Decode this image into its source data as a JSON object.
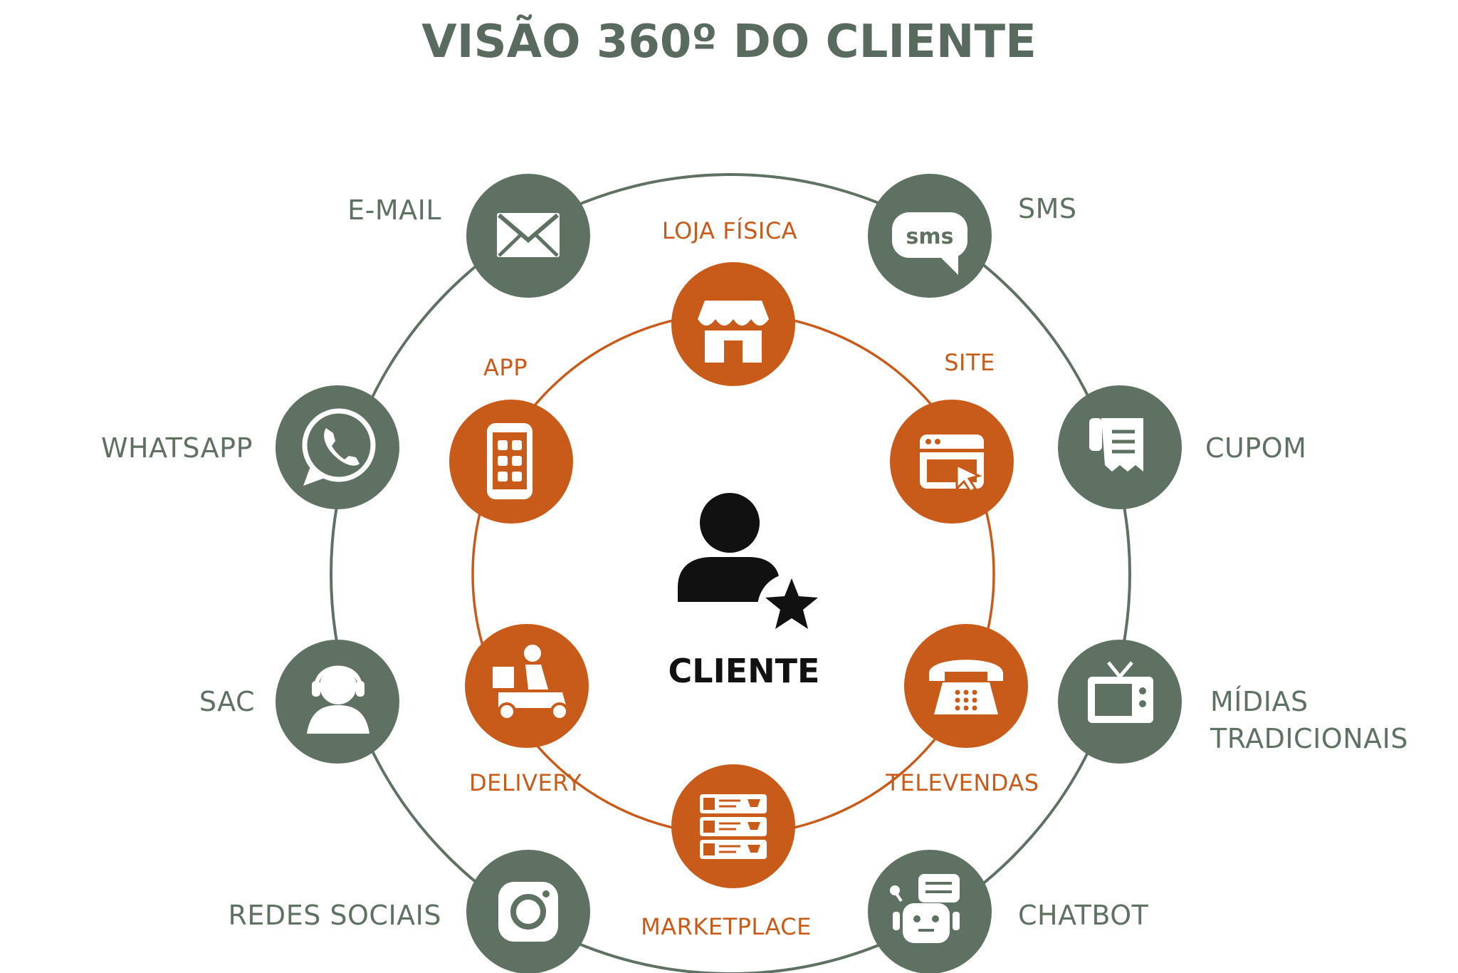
{
  "title": "VISÃO 360º DO CLIENTE",
  "colors": {
    "title": "#596b5f",
    "outer": "#5f7163",
    "inner": "#c85b1a",
    "center": "#111111",
    "white": "#ffffff"
  },
  "center": {
    "label": "CLIENTE",
    "icon": "user-star-icon"
  },
  "outer_channels": [
    {
      "label": "E-MAIL",
      "icon": "envelope-icon"
    },
    {
      "label": "SMS",
      "icon": "sms-bubble-icon"
    },
    {
      "label": "WHATSAPP",
      "icon": "whatsapp-icon"
    },
    {
      "label": "CUPOM",
      "icon": "receipt-icon"
    },
    {
      "label": "SAC",
      "icon": "headset-agent-icon"
    },
    {
      "label": "MÍDIAS",
      "label2": "TRADICIONAIS",
      "icon": "tv-icon"
    },
    {
      "label": "REDES SOCIAIS",
      "icon": "instagram-icon"
    },
    {
      "label": "CHATBOT",
      "icon": "chatbot-icon"
    }
  ],
  "inner_channels": [
    {
      "label": "LOJA FÍSICA",
      "icon": "storefront-icon"
    },
    {
      "label": "APP",
      "icon": "mobile-app-icon"
    },
    {
      "label": "SITE",
      "icon": "browser-click-icon"
    },
    {
      "label": "DELIVERY",
      "icon": "delivery-scooter-icon"
    },
    {
      "label": "TELEVENDAS",
      "icon": "telephone-icon"
    },
    {
      "label": "MARKETPLACE",
      "icon": "marketplace-grid-icon"
    }
  ]
}
